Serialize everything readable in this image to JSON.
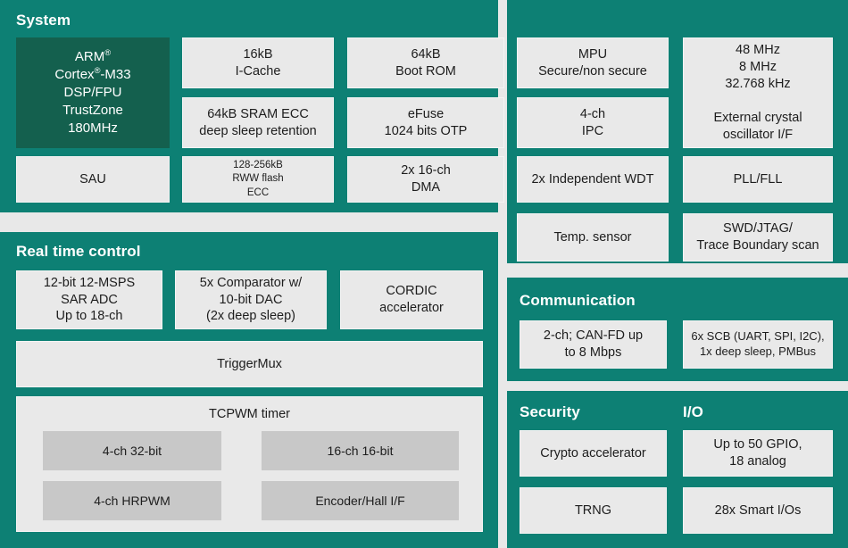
{
  "diagram": {
    "colors": {
      "panel_teal": "#0d8074",
      "core_dark_teal": "#14604e",
      "block_grey": "#e9e9e9",
      "subblock_grey": "#c8c8c8",
      "page_background": "#e8e8e8",
      "title_text": "#ffffff",
      "block_text": "#1d1d1d"
    },
    "panels": {
      "system": {
        "title": "System",
        "blocks": {
          "core": "ARM®\nCortex®-M33\nDSP/FPU\nTrustZone\n180MHz",
          "icache": "16kB\nI-Cache",
          "boot_rom": "64kB\nBoot ROM",
          "mpu": "MPU\nSecure/non secure",
          "clocks": "48 MHz\n8 MHz\n32.768 kHz\n\nExternal crystal\noscillator I/F",
          "sram": "64kB SRAM ECC\ndeep sleep retention",
          "efuse": "eFuse\n1024 bits OTP",
          "ipc": "4-ch\nIPC",
          "sau": "SAU",
          "flash": "128-256kB\nRWW flash\nECC",
          "dma": "2x 16-ch\nDMA",
          "wdt": "2x Independent WDT",
          "pll": "PLL/FLL",
          "temp_sensor": "Temp. sensor",
          "debug": "SWD/JTAG/\nTrace Boundary scan"
        }
      },
      "real_time_control": {
        "title": "Real time control",
        "blocks": {
          "adc": "12-bit 12-MSPS\nSAR ADC\nUp to 18-ch",
          "comparator": "5x Comparator w/\n10-bit DAC\n(2x deep sleep)",
          "cordic": "CORDIC\naccelerator",
          "triggermux": "TriggerMux",
          "tcpwm_label": "TCPWM timer",
          "tcpwm_sub": [
            "4-ch 32-bit",
            "16-ch 16-bit",
            "4-ch HRPWM",
            "Encoder/Hall I/F"
          ]
        }
      },
      "communication": {
        "title": "Communication",
        "blocks": {
          "canfd": "2-ch; CAN-FD up\nto 8 Mbps",
          "scb": "6x SCB (UART, SPI, I2C),\n1x deep sleep, PMBus"
        }
      },
      "security_io": {
        "security_title": "Security",
        "io_title": "I/O",
        "blocks": {
          "crypto": "Crypto accelerator",
          "trng": "TRNG",
          "gpio": "Up to 50 GPIO,\n18 analog",
          "smart_io": "28x Smart I/Os"
        }
      }
    }
  }
}
